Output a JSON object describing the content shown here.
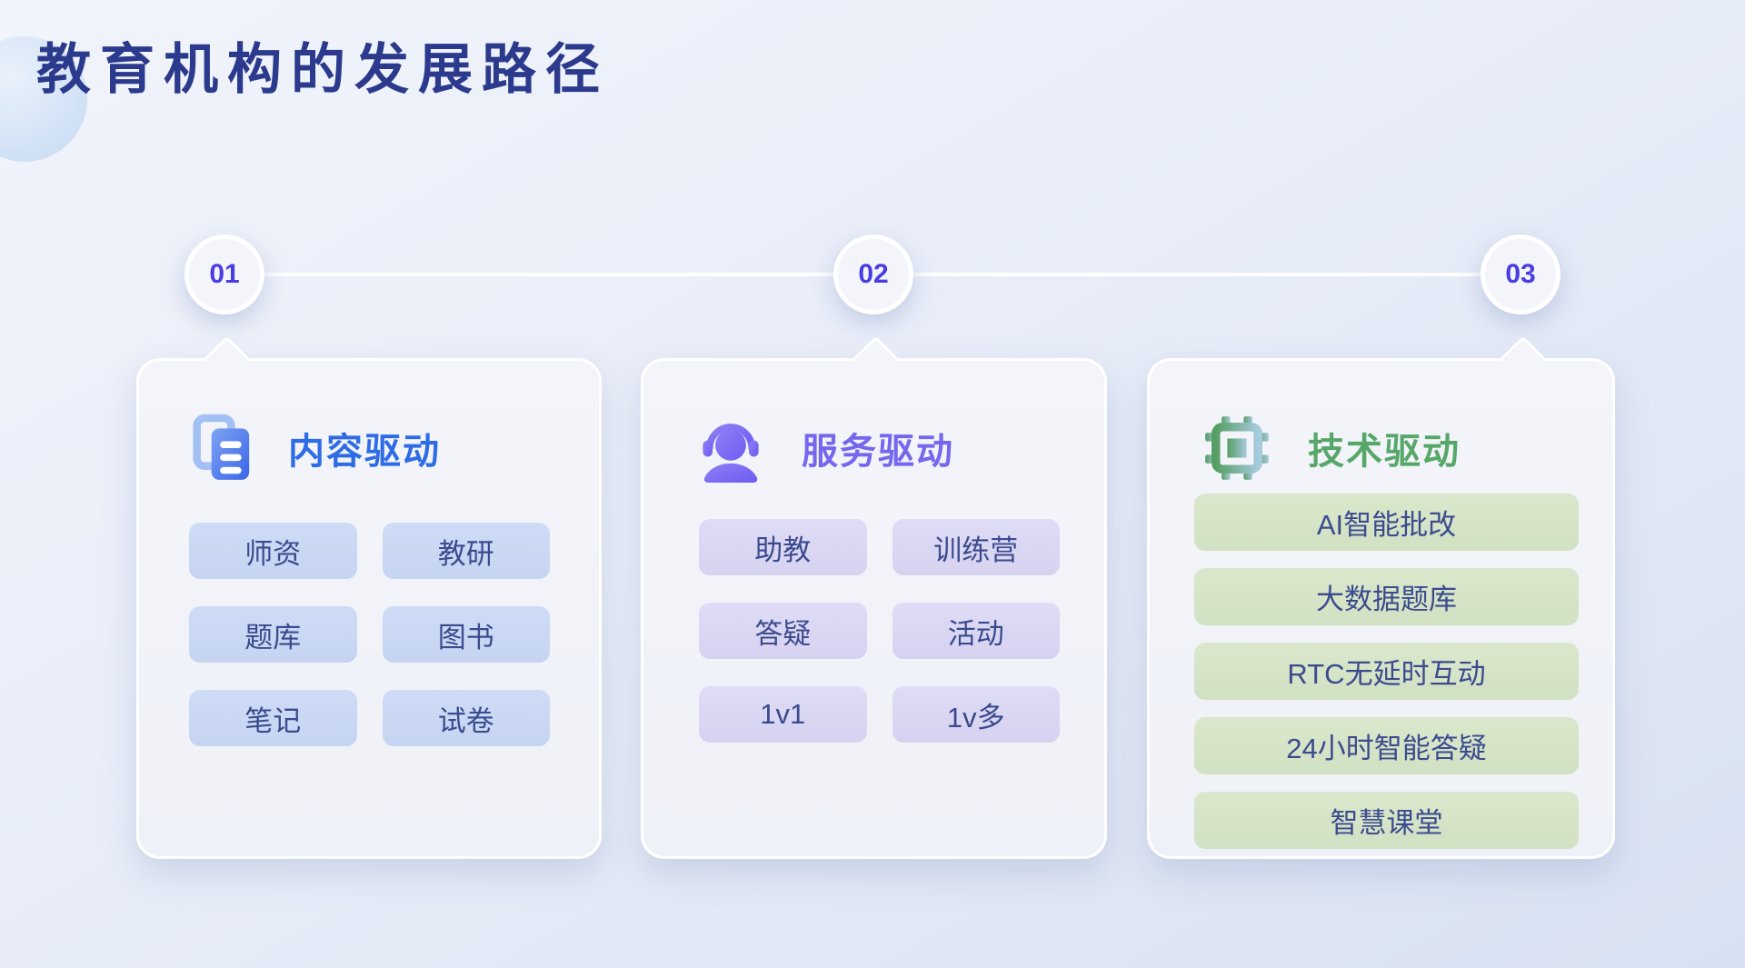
{
  "page": {
    "title": "教育机构的发展路径",
    "title_color": "#2B3A8C",
    "background_from": "#F1F4FB",
    "background_to": "#D8E1F2"
  },
  "timeline": {
    "connector_color": "#FFFFFF",
    "number_color": "#4A3DE3",
    "steps": [
      {
        "number": "01"
      },
      {
        "number": "02"
      },
      {
        "number": "03"
      }
    ]
  },
  "cards": [
    {
      "id": "content-driven",
      "step_number": "01",
      "icon": "documents-icon",
      "icon_colors": [
        "#8FACF4",
        "#3B66E8"
      ],
      "title": "内容驱动",
      "title_color": "#2E6CE6",
      "chip_bg": "#C8D7F3",
      "chip_text_color": "#3A4A8E",
      "chips": [
        "师资",
        "教研",
        "题库",
        "图书",
        "笔记",
        "试卷"
      ]
    },
    {
      "id": "service-driven",
      "step_number": "02",
      "icon": "headset-agent-icon",
      "icon_colors": [
        "#8F7FF6",
        "#6C5CF0"
      ],
      "title": "服务驱动",
      "title_color": "#7567EE",
      "chip_bg": "#DBD8F3",
      "chip_text_color": "#3A4A8E",
      "chips": [
        "助教",
        "训练营",
        "答疑",
        "活动",
        "1v1",
        "1v多"
      ]
    },
    {
      "id": "technology-driven",
      "step_number": "03",
      "icon": "cpu-chip-icon",
      "icon_colors": [
        "#569D65",
        "#A7CBDC"
      ],
      "title": "技术驱动",
      "title_color": "#57A769",
      "chip_bg": "#D6E4C8",
      "chip_text_color": "#3B4B8E",
      "chips": [
        "AI智能批改",
        "大数据题库",
        "RTC无延时互动",
        "24小时智能答疑",
        "智慧课堂"
      ]
    }
  ]
}
